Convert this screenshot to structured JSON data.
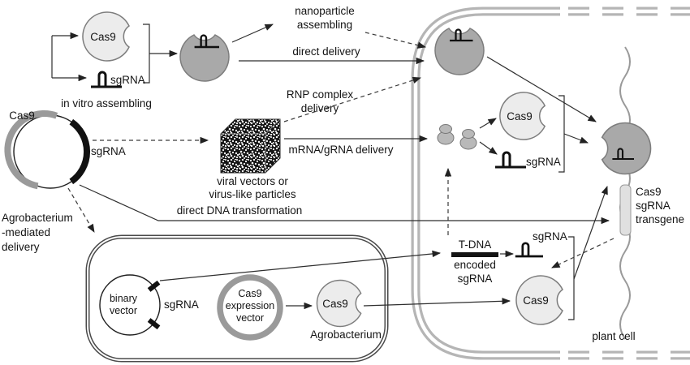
{
  "labels": {
    "cas9_top": "Cas9",
    "sgrna_top": "sgRNA",
    "in_vitro": "in vitro assembling",
    "nanoparticle": [
      "nanoparticle",
      "assembling"
    ],
    "direct_delivery": "direct delivery",
    "rnp_delivery": [
      "RNP complex",
      "delivery"
    ],
    "mrna_delivery": "mRNA/gRNA delivery",
    "viral_vectors": [
      "viral vectors or",
      "virus-like particles"
    ],
    "plasmid_cas9": "Cas9",
    "plasmid_sgrna": "sgRNA",
    "agro_mediated": [
      "Agrobacterium",
      "-mediated",
      "delivery"
    ],
    "direct_dna": "direct DNA transformation",
    "binary_vector": [
      "binary",
      "vector"
    ],
    "binary_sgrna": "sgRNA",
    "expr_vector": [
      "Cas9",
      "expression",
      "vector"
    ],
    "agro_cas9": "Cas9",
    "agrobacterium": "Agrobacterium",
    "tdna": [
      "T-DNA",
      "encoded",
      "sgRNA"
    ],
    "tdna_sgrna": "sgRNA",
    "cell_cas9_top": "Cas9",
    "cell_sgrna_top": "sgRNA",
    "cell_cas9_bottom": "Cas9",
    "transgene": [
      "Cas9",
      "sgRNA",
      "transgene"
    ],
    "plant_cell": "plant cell"
  },
  "colors": {
    "blob_light": "#ececec",
    "blob_dark": "#a9a9a9",
    "membrane": "#b5b5b5",
    "vector_gray": "#9a9a9a",
    "ink": "#141414"
  }
}
